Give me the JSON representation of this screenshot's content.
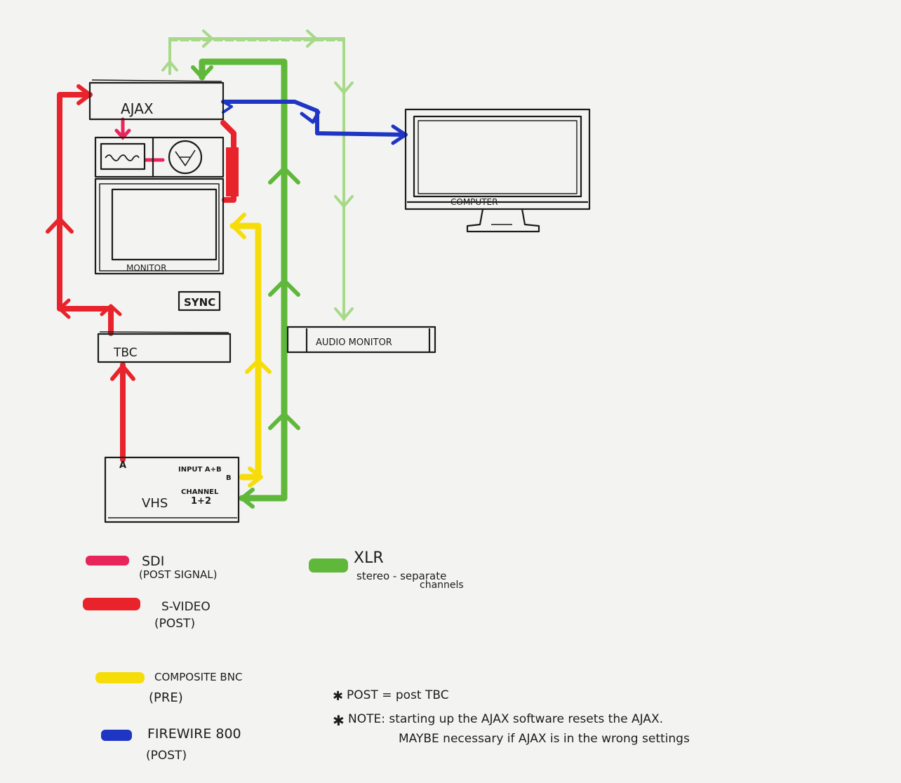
{
  "diagram": {
    "boxes": {
      "ajax": "AJAX",
      "monitor": "MONITOR",
      "sync": "SYNC",
      "tbc": "TBC",
      "computer": "COMPUTER",
      "audio_monitor": "AUDIO MONITOR",
      "vhs": "VHS",
      "vhs_port_a": "A",
      "vhs_input": "INPUT A+B",
      "vhs_port_b": "B",
      "vhs_channel": "CHANNEL",
      "vhs_channel_nums": "1+2"
    },
    "legend": [
      {
        "label": "SDI",
        "sub": "(POST SIGNAL)",
        "color": "#e8245a"
      },
      {
        "label": "S-VIDEO",
        "sub": "(POST)",
        "color": "#e8232b"
      },
      {
        "label": "COMPOSITE BNC",
        "sub": "(PRE)",
        "color": "#f6dd0a"
      },
      {
        "label": "FIREWIRE 800",
        "sub": "(POST)",
        "color": "#1f36c4"
      },
      {
        "label": "XLR",
        "sub": "stereo - separate",
        "sub2": "channels",
        "color": "#5fb83a"
      }
    ],
    "notes": {
      "post_def": "POST = post TBC",
      "note_line1": "NOTE: starting up the AJAX software resets the AJAX.",
      "note_line2": "MAYBE necessary if AJAX is in the wrong settings"
    },
    "colors": {
      "sdi": "#e8245a",
      "svideo": "#e8232b",
      "composite": "#f6dd0a",
      "firewire": "#1f36c4",
      "xlr": "#5fb83a",
      "xlr_light": "#a8d88a"
    }
  }
}
